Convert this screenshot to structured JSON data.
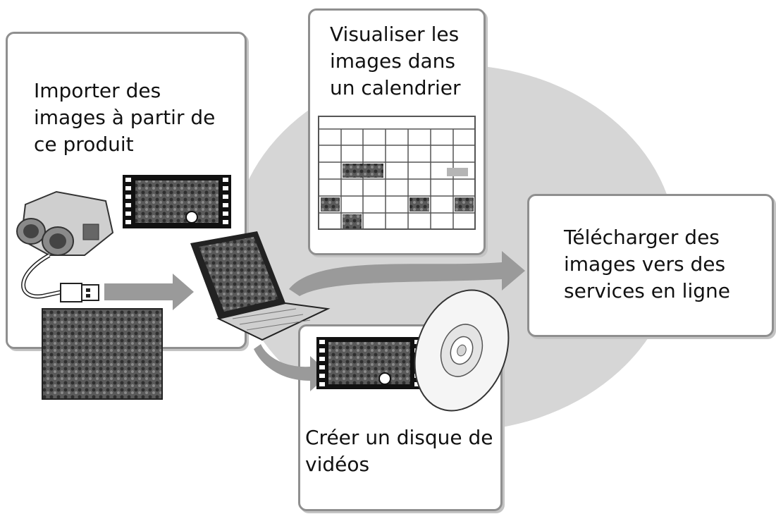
{
  "diagram": {
    "import_label": "Importer des\nimages à partir de\nce produit",
    "calendar_label": "Visualiser les\nimages dans\nun calendrier",
    "upload_label": "Télécharger des\nimages vers des\nservices en ligne",
    "disc_label": "Créer un disque de\nvidéos",
    "colors": {
      "background_ellipse": "#d6d6d6",
      "box_border": "#8f8f8f",
      "arrow": "#9a9a9a"
    }
  }
}
